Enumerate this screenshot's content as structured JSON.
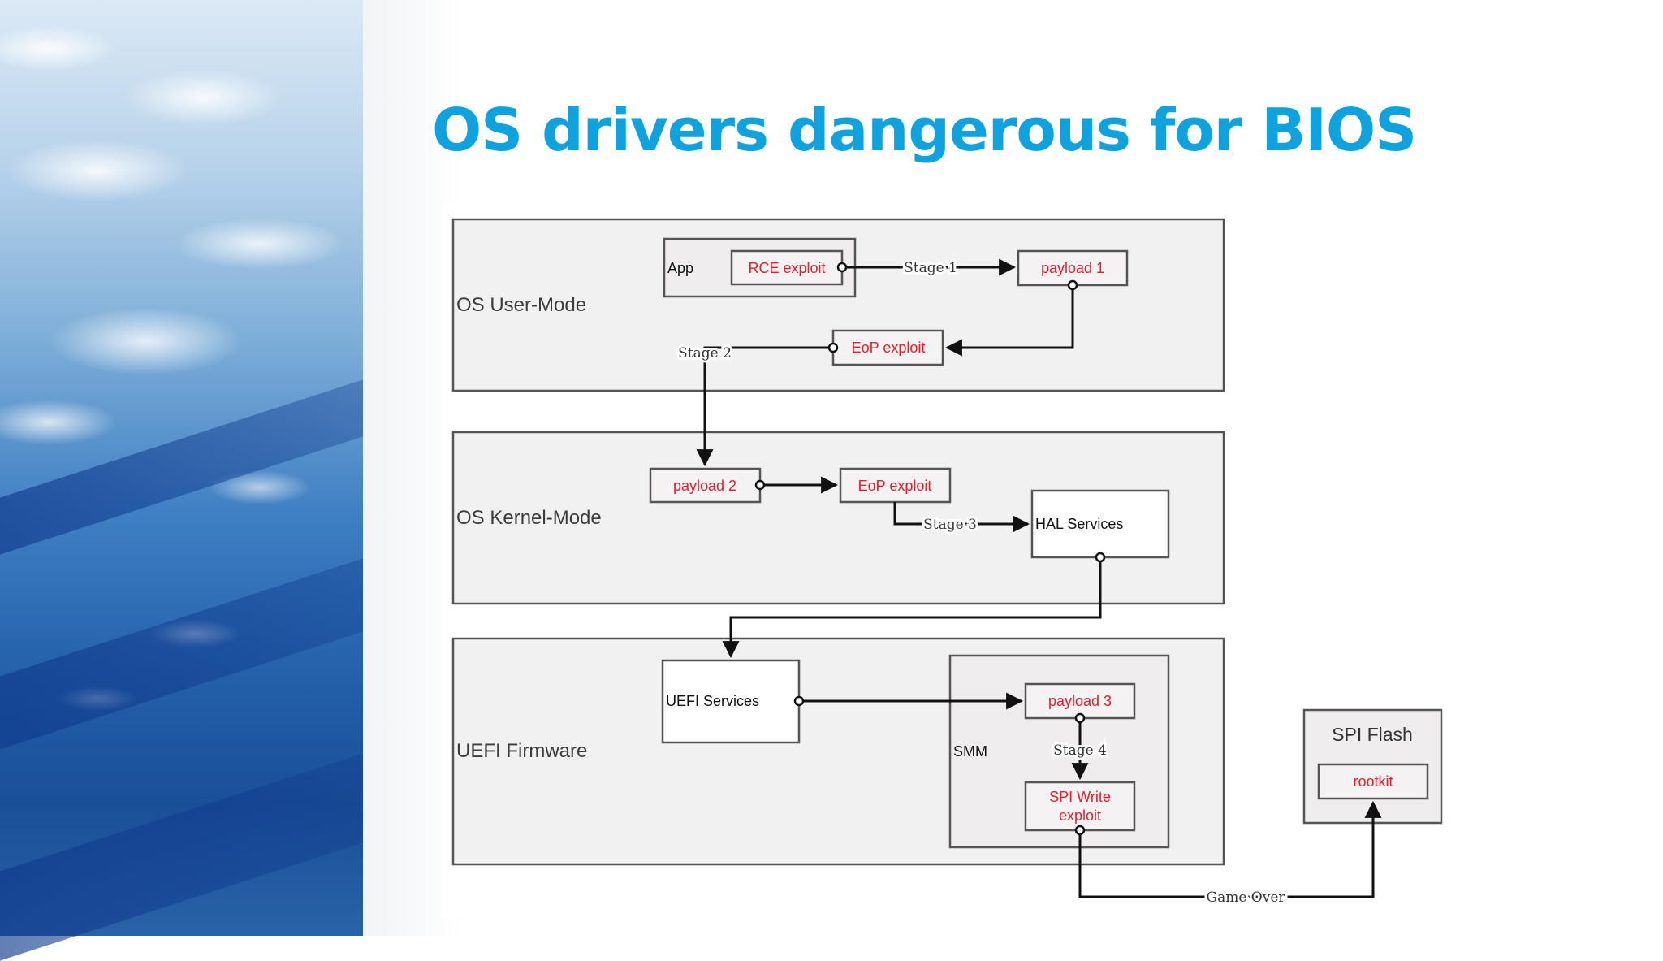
{
  "slide": {
    "title": "OS drivers dangerous for BIOS"
  },
  "diagram": {
    "layers": {
      "user_mode": "OS User-Mode",
      "kernel_mode": "OS Kernel-Mode",
      "uefi_firmware": "UEFI Firmware"
    },
    "groups": {
      "app": "App",
      "smm": "SMM",
      "spi_flash": "SPI Flash"
    },
    "nodes": {
      "rce_exploit": "RCE exploit",
      "payload_1": "payload 1",
      "eop_exploit_user": "EoP exploit",
      "payload_2": "payload 2",
      "eop_exploit_kernel": "EoP exploit",
      "hal_services": "HAL Services",
      "uefi_services": "UEFI Services",
      "payload_3": "payload 3",
      "spi_write_line1": "SPI Write",
      "spi_write_line2": "exploit",
      "rootkit": "rootkit"
    },
    "edge_labels": {
      "stage_1": "Stage 1",
      "stage_2": "Stage 2",
      "stage_3": "Stage 3",
      "stage_4": "Stage 4",
      "game_over": "Game Over"
    },
    "colors": {
      "title": "#0ea2de",
      "node_text_red": "#e0202a",
      "node_text_black": "#111111"
    }
  }
}
